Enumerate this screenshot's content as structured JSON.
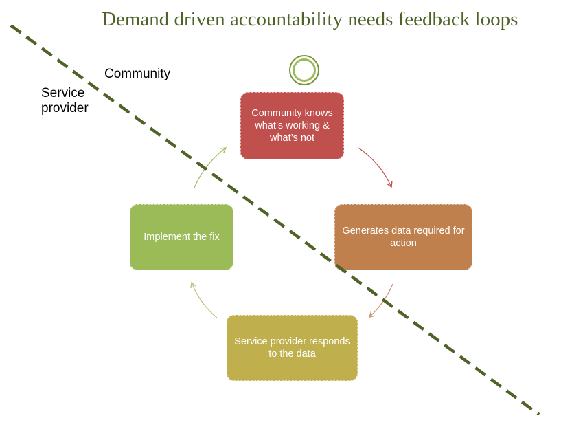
{
  "title": "Demand driven accountability needs feedback loops",
  "labels": {
    "community": "Community",
    "service_provider": "Service provider"
  },
  "steps": [
    {
      "text": "Community knows what’s working & what’s not",
      "color": "#c0504d"
    },
    {
      "text": "Generates data required for action",
      "color": "#c0804d"
    },
    {
      "text": "Service provider responds to the data",
      "color": "#c0b04d"
    },
    {
      "text": "Implement the fix",
      "color": "#9bbb59"
    }
  ],
  "colors": {
    "title": "#4f6228",
    "dashed_line": "#4f6228",
    "rule": "#9bb26a"
  }
}
